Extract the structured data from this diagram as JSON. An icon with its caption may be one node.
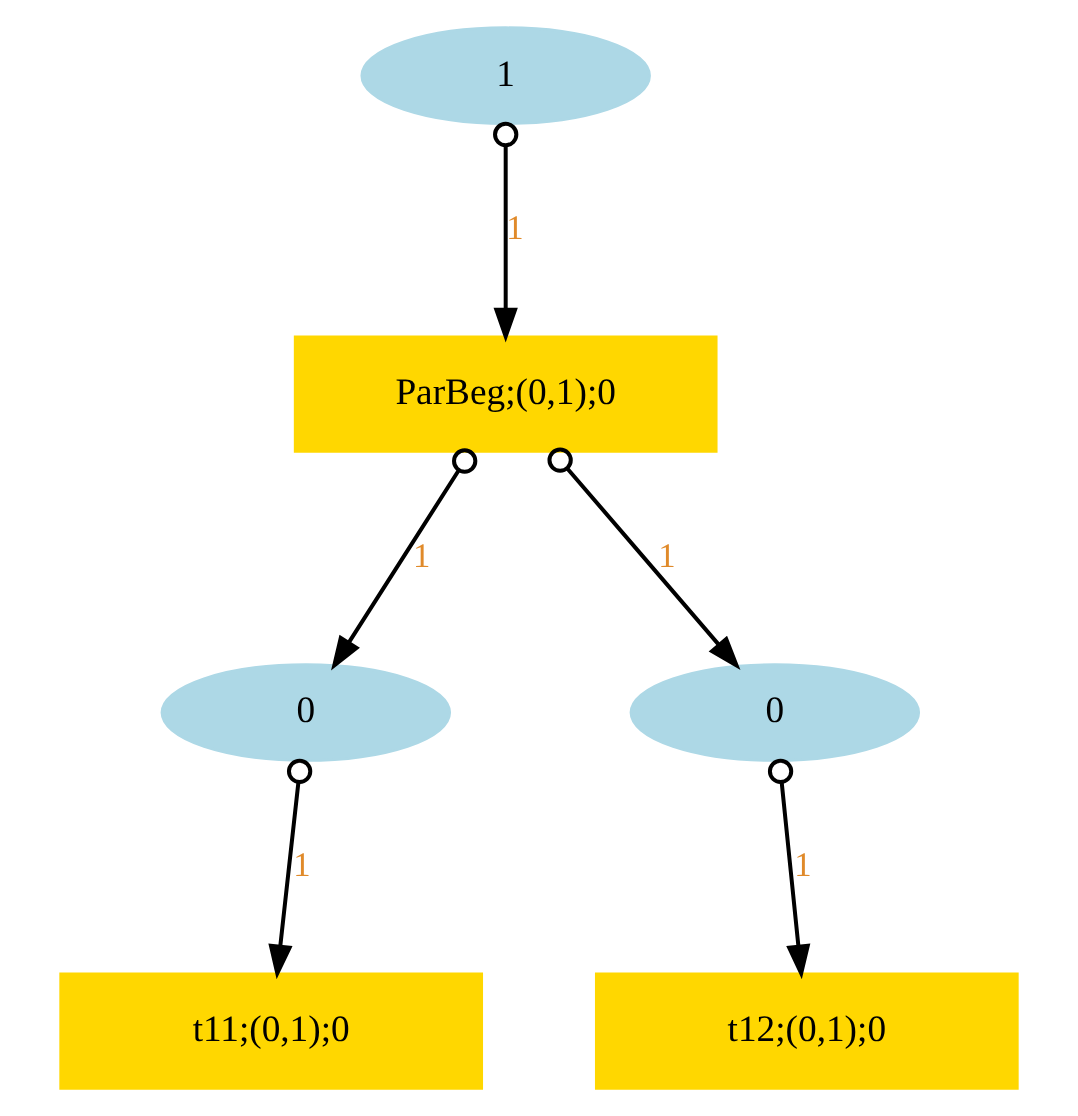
{
  "diagram": {
    "nodes": [
      {
        "text": [
          "1"
        ]
      },
      {
        "text": [
          "ParBeg;(0,1);0"
        ]
      },
      {
        "text": [
          "0"
        ]
      },
      {
        "text": [
          "0"
        ]
      },
      {
        "text": [
          "t11;(0,1);0"
        ]
      },
      {
        "text": [
          "t12;(0,1);0"
        ]
      }
    ],
    "edges": [
      {
        "from": 0,
        "to": 1,
        "arrow": "to",
        "label": "1"
      },
      {
        "from": 1,
        "to": 2,
        "arrow": "to",
        "label": "1"
      },
      {
        "from": 1,
        "to": 3,
        "arrow": "to",
        "label": "1"
      },
      {
        "from": 2,
        "to": 4,
        "arrow": "to",
        "label": "1"
      },
      {
        "from": 3,
        "to": 5,
        "arrow": "to",
        "label": "1"
      }
    ]
  }
}
